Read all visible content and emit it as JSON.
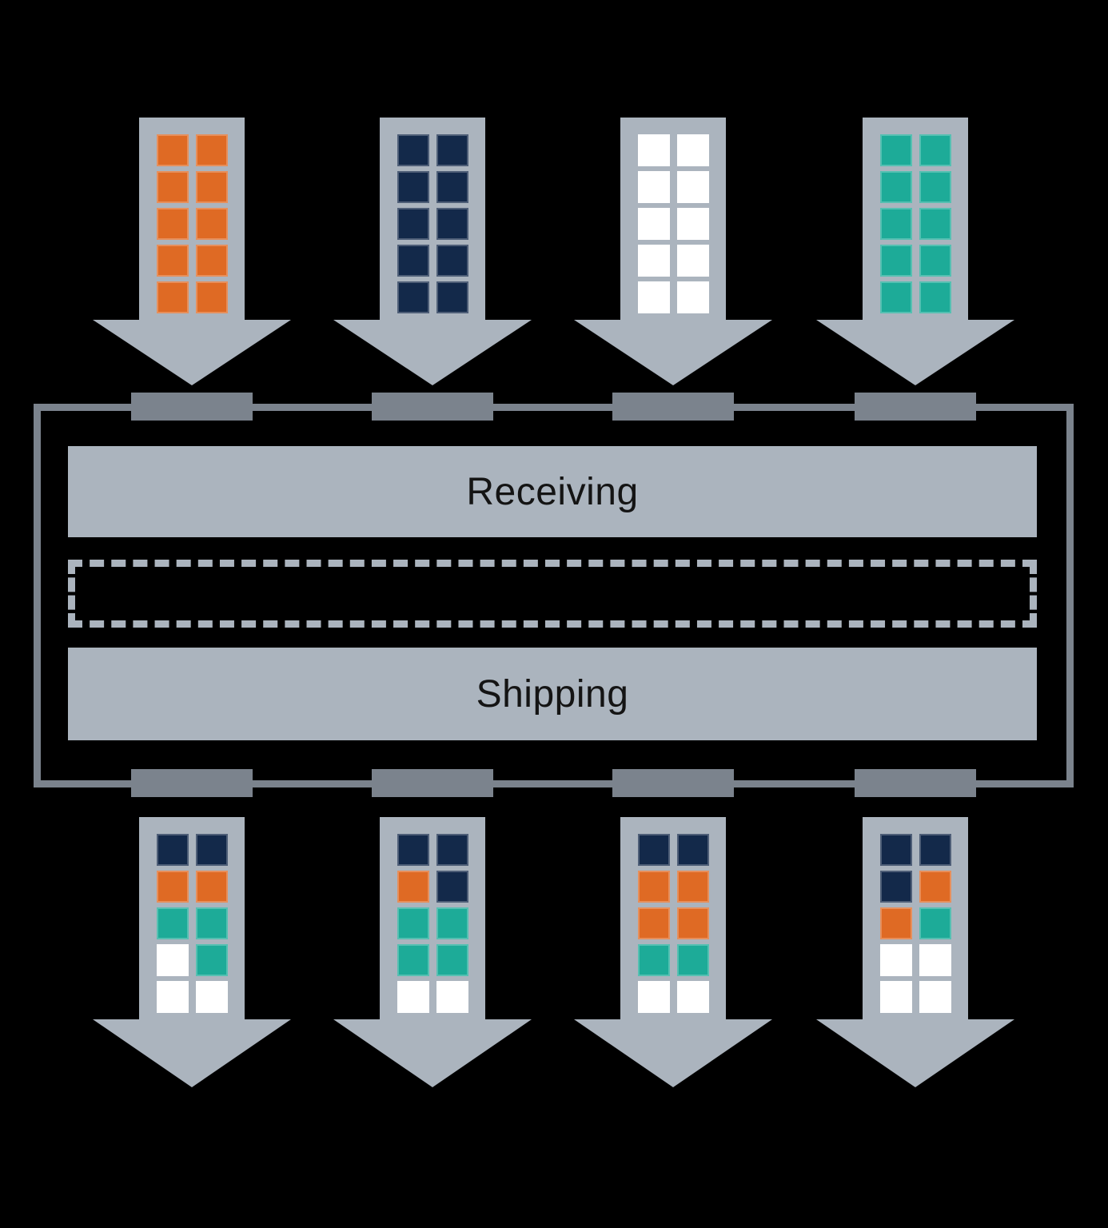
{
  "diagram": {
    "type": "cross-docking-flow",
    "labels": {
      "receiving": "Receiving",
      "shipping": "Shipping"
    },
    "colors": {
      "background": "#000000",
      "arrow_gray": "#abb4be",
      "dock_gray": "#7b838d",
      "label_text": "#141414",
      "pallet_orange": "#df6a24",
      "pallet_navy": "#13294a",
      "pallet_teal": "#1dab98",
      "pallet_white": "#ffffff"
    },
    "inbound_trucks": [
      {
        "id": "inbound-1",
        "cargo": [
          "orange",
          "orange",
          "orange",
          "orange",
          "orange",
          "orange",
          "orange",
          "orange",
          "orange",
          "orange"
        ]
      },
      {
        "id": "inbound-2",
        "cargo": [
          "navy",
          "navy",
          "navy",
          "navy",
          "navy",
          "navy",
          "navy",
          "navy",
          "navy",
          "navy"
        ]
      },
      {
        "id": "inbound-3",
        "cargo": [
          "white",
          "white",
          "white",
          "white",
          "white",
          "white",
          "white",
          "white",
          "white",
          "white"
        ]
      },
      {
        "id": "inbound-4",
        "cargo": [
          "teal",
          "teal",
          "teal",
          "teal",
          "teal",
          "teal",
          "teal",
          "teal",
          "teal",
          "teal"
        ]
      }
    ],
    "outbound_trucks": [
      {
        "id": "outbound-1",
        "cargo": [
          "navy",
          "navy",
          "orange",
          "orange",
          "teal",
          "teal",
          "white",
          "teal",
          "white",
          "white"
        ]
      },
      {
        "id": "outbound-2",
        "cargo": [
          "navy",
          "navy",
          "orange",
          "navy",
          "teal",
          "teal",
          "teal",
          "teal",
          "white",
          "white"
        ]
      },
      {
        "id": "outbound-3",
        "cargo": [
          "navy",
          "navy",
          "orange",
          "orange",
          "orange",
          "orange",
          "teal",
          "teal",
          "white",
          "white"
        ]
      },
      {
        "id": "outbound-4",
        "cargo": [
          "navy",
          "navy",
          "navy",
          "orange",
          "orange",
          "teal",
          "white",
          "white",
          "white",
          "white"
        ]
      }
    ]
  }
}
